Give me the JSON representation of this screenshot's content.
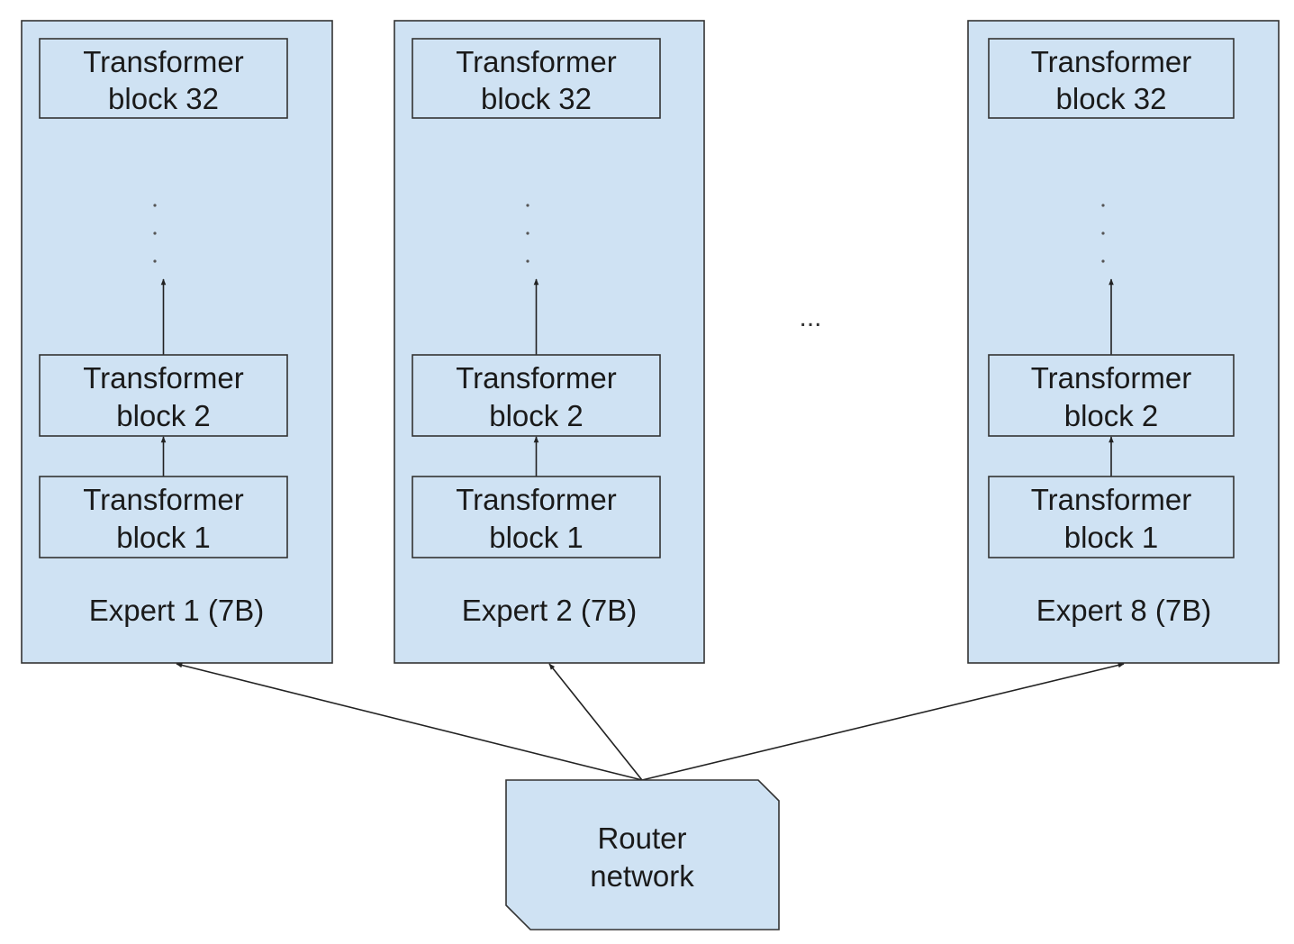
{
  "experts": [
    {
      "label": "Expert 1 (7B)",
      "top_block": {
        "line1": "Transformer",
        "line2": "block 32"
      },
      "mid_block": {
        "line1": "Transformer",
        "line2": "block 2"
      },
      "bottom_block": {
        "line1": "Transformer",
        "line2": "block 1"
      }
    },
    {
      "label": "Expert 2 (7B)",
      "top_block": {
        "line1": "Transformer",
        "line2": "block 32"
      },
      "mid_block": {
        "line1": "Transformer",
        "line2": "block 2"
      },
      "bottom_block": {
        "line1": "Transformer",
        "line2": "block 1"
      }
    },
    {
      "label": "Expert 8 (7B)",
      "top_block": {
        "line1": "Transformer",
        "line2": "block 32"
      },
      "mid_block": {
        "line1": "Transformer",
        "line2": "block 2"
      },
      "bottom_block": {
        "line1": "Transformer",
        "line2": "block 1"
      }
    }
  ],
  "ellipsis": "...",
  "router": {
    "line1": "Router",
    "line2": "network"
  },
  "colors": {
    "fill": "#cfe2f3",
    "stroke": "#333333"
  }
}
